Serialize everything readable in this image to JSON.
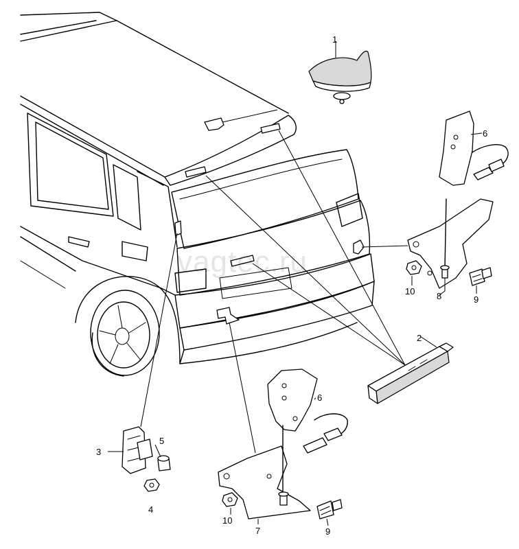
{
  "watermark": "vagtec.ru",
  "callouts": [
    {
      "id": "c1",
      "label": "1"
    },
    {
      "id": "c2",
      "label": "2"
    },
    {
      "id": "c3",
      "label": "3"
    },
    {
      "id": "c4",
      "label": "4"
    },
    {
      "id": "c5",
      "label": "5"
    },
    {
      "id": "c6a",
      "label": "6"
    },
    {
      "id": "c6b",
      "label": "6"
    },
    {
      "id": "c7",
      "label": "7"
    },
    {
      "id": "c8",
      "label": "8"
    },
    {
      "id": "c9a",
      "label": "9"
    },
    {
      "id": "c9b",
      "label": "9"
    },
    {
      "id": "c10a",
      "label": "10"
    },
    {
      "id": "c10b",
      "label": "10"
    }
  ]
}
